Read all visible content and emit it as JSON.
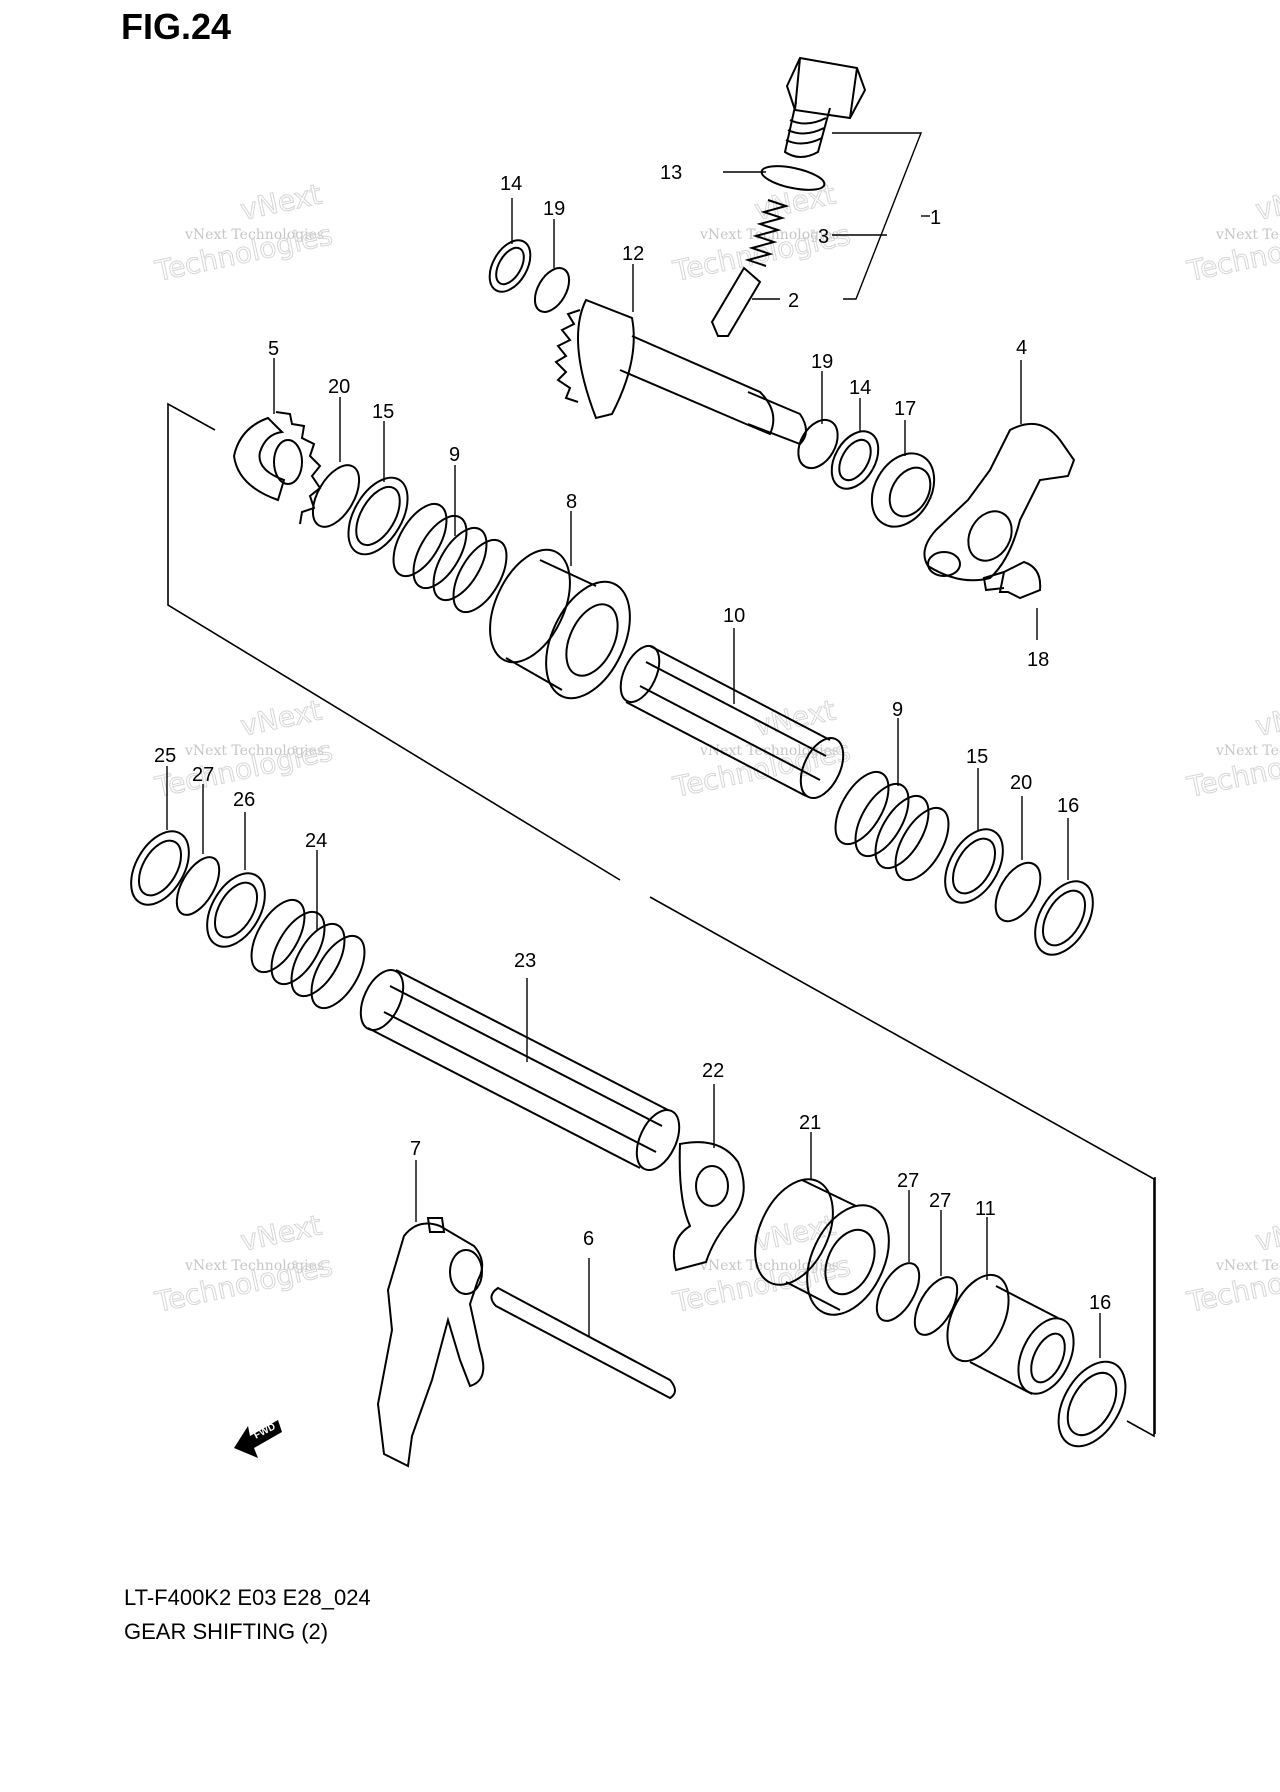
{
  "figure_title": "FIG.24",
  "footer": {
    "model_code": "LT-F400K2 E03 E28_024",
    "section_name": "GEAR SHIFTING (2)"
  },
  "fwd_label": "FWD",
  "watermark": {
    "small": "vNext Technologies",
    "big": "Technologies",
    "big_top": "vNext",
    "edge_small": "vNext Techno",
    "edge_big": "Techno",
    "edge_top": "vN"
  },
  "callouts": [
    "1",
    "2",
    "3",
    "4",
    "5",
    "6",
    "7",
    "8",
    "9",
    "9",
    "10",
    "11",
    "12",
    "13",
    "14",
    "14",
    "15",
    "15",
    "16",
    "16",
    "17",
    "18",
    "19",
    "19",
    "20",
    "20",
    "21",
    "22",
    "23",
    "24",
    "25",
    "26",
    "27",
    "27",
    "27"
  ],
  "colors": {
    "ink": "#000000",
    "watermark": "#c6c6c6",
    "background": "#ffffff"
  }
}
